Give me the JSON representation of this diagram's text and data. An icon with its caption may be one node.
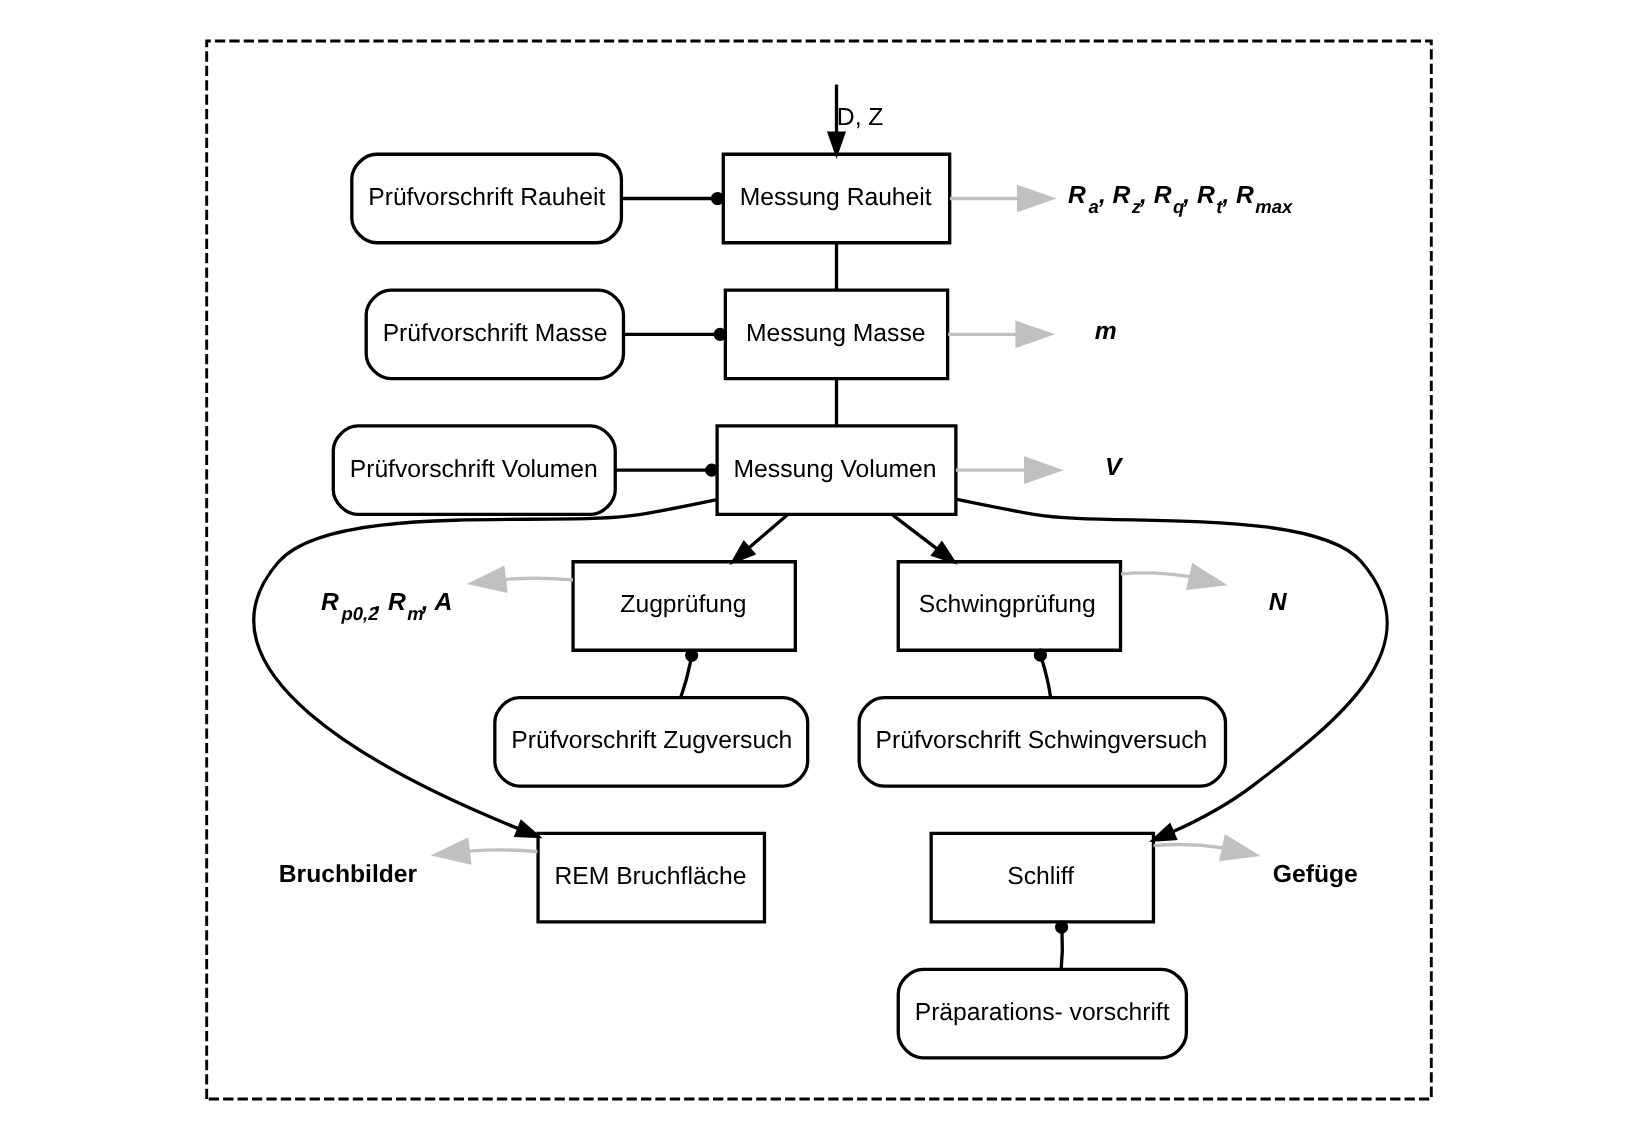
{
  "diagram": {
    "nodes": [
      {
        "text": [],
        "shape": "box"
      },
      {
        "text": [
          "Prüfvorschrift Rauheit"
        ],
        "in": 0
      },
      {
        "text": [
          "Messung Rauheit"
        ],
        "in": 0
      },
      {
        "text": [
          "R$_{a}$, R$_{z}$, R$_{q}$, R$_{t}$, R$_{max}$"
        ],
        "in": 0
      },
      {
        "text": [
          "Prüfvorschrift Masse"
        ],
        "in": 0
      },
      {
        "text": [
          "Messung Masse"
        ],
        "in": 0
      },
      {
        "text": [
          "m"
        ],
        "in": 0
      },
      {
        "text": [
          "Prüfvorschrift Volumen"
        ],
        "in": 0
      },
      {
        "text": [
          "Messung Volumen"
        ],
        "in": 0
      },
      {
        "text": [
          "V"
        ],
        "in": 0
      },
      {
        "text": [
          "Zugprüfung"
        ],
        "in": 0
      },
      {
        "text": [
          "R$_{p0,2}$, R$_{m}$, A"
        ],
        "in": 0
      },
      {
        "text": [
          "Prüfvorschrift Zugversuch"
        ],
        "in": 0
      },
      {
        "text": [
          "Schwingprüfung"
        ],
        "in": 0
      },
      {
        "text": [
          "N"
        ],
        "in": 0
      },
      {
        "text": [
          "Prüfvorschrift Schwingversuch"
        ],
        "in": 0
      },
      {
        "text": [
          "REM Bruchfläche"
        ],
        "in": 0
      },
      {
        "text": [
          "Bruchbilder"
        ],
        "in": 0
      },
      {
        "text": [
          "Schliff"
        ],
        "in": 0
      },
      {
        "text": [
          "Gefüge"
        ],
        "in": 0
      },
      {
        "text": [
          "Präparations- vorschrift"
        ],
        "in": 0
      }
    ],
    "edges": [
      {
        "from": null,
        "to": 2,
        "arrow": "to",
        "label": "D, Z"
      },
      {
        "from": 1,
        "to": 2,
        "arrow": "other"
      },
      {
        "from": 2,
        "to": 3,
        "arrow": "to",
        "color": "#c0c0c0"
      },
      {
        "from": 2,
        "to": 5,
        "arrow": "none"
      },
      {
        "from": 4,
        "to": 5,
        "arrow": "other"
      },
      {
        "from": 5,
        "to": 6,
        "arrow": "to",
        "color": "#c0c0c0"
      },
      {
        "from": 5,
        "to": 8,
        "arrow": "none"
      },
      {
        "from": 7,
        "to": 8,
        "arrow": "other"
      },
      {
        "from": 8,
        "to": 9,
        "arrow": "to",
        "color": "#c0c0c0"
      },
      {
        "from": 8,
        "to": 10,
        "arrow": "to"
      },
      {
        "from": 8,
        "to": 13,
        "arrow": "to"
      },
      {
        "from": 10,
        "to": 11,
        "arrow": "to",
        "color": "#c0c0c0"
      },
      {
        "from": 13,
        "to": 14,
        "arrow": "to",
        "color": "#c0c0c0"
      },
      {
        "from": 12,
        "to": 10,
        "arrow": "other"
      },
      {
        "from": 15,
        "to": 13,
        "arrow": "other"
      },
      {
        "from": 8,
        "to": 16,
        "arrow": "to"
      },
      {
        "from": 8,
        "to": 18,
        "arrow": "to"
      },
      {
        "from": 16,
        "to": 17,
        "arrow": "to",
        "color": "#c0c0c0"
      },
      {
        "from": 18,
        "to": 19,
        "arrow": "to",
        "color": "#c0c0c0"
      },
      {
        "from": 20,
        "to": 18,
        "arrow": "other"
      }
    ]
  }
}
